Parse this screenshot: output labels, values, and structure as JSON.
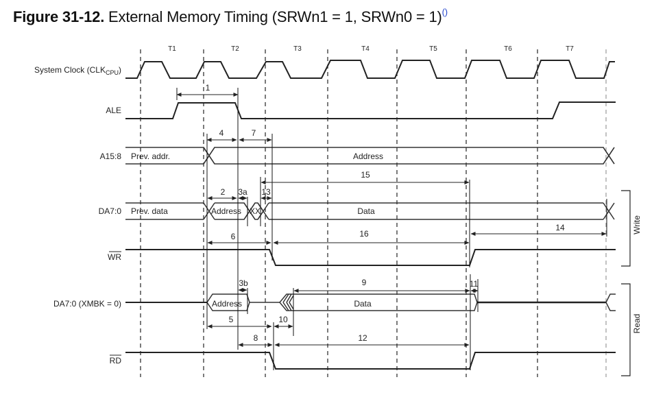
{
  "figure": {
    "number": "Figure 31-12.",
    "title": "External Memory Timing (SRWn1 = 1, SRWn0 = 1)",
    "footnote_ref": "()"
  },
  "clock_periods": [
    "T1",
    "T2",
    "T3",
    "T4",
    "T5",
    "T6",
    "T7"
  ],
  "signals": {
    "clk": {
      "label": "System Clock (CLK",
      "sub": "CPU",
      "suffix": ")"
    },
    "ale": {
      "label": "ALE"
    },
    "a15_8": {
      "label": "A15:8",
      "prev": "Prev. addr.",
      "value": "Address"
    },
    "da_write": {
      "label": "DA7:0",
      "prev": "Prev. data",
      "addr": "Address",
      "xx": "XX",
      "data": "Data"
    },
    "wr": {
      "label": "WR",
      "active_low": true
    },
    "da_read": {
      "label": "DA7:0 (XMBK = 0)",
      "addr": "Address",
      "data": "Data"
    },
    "rd": {
      "label": "RD",
      "active_low": true
    }
  },
  "timing_params": {
    "p1": "1",
    "p2": "2",
    "p3a": "3a",
    "p3b": "3b",
    "p4": "4",
    "p5": "5",
    "p6": "6",
    "p7": "7",
    "p8": "8",
    "p9": "9",
    "p10": "10",
    "p11": "11",
    "p12": "12",
    "p13": "13",
    "p14": "14",
    "p15": "15",
    "p16": "16"
  },
  "groups": {
    "write": "Write",
    "read": "Read"
  }
}
